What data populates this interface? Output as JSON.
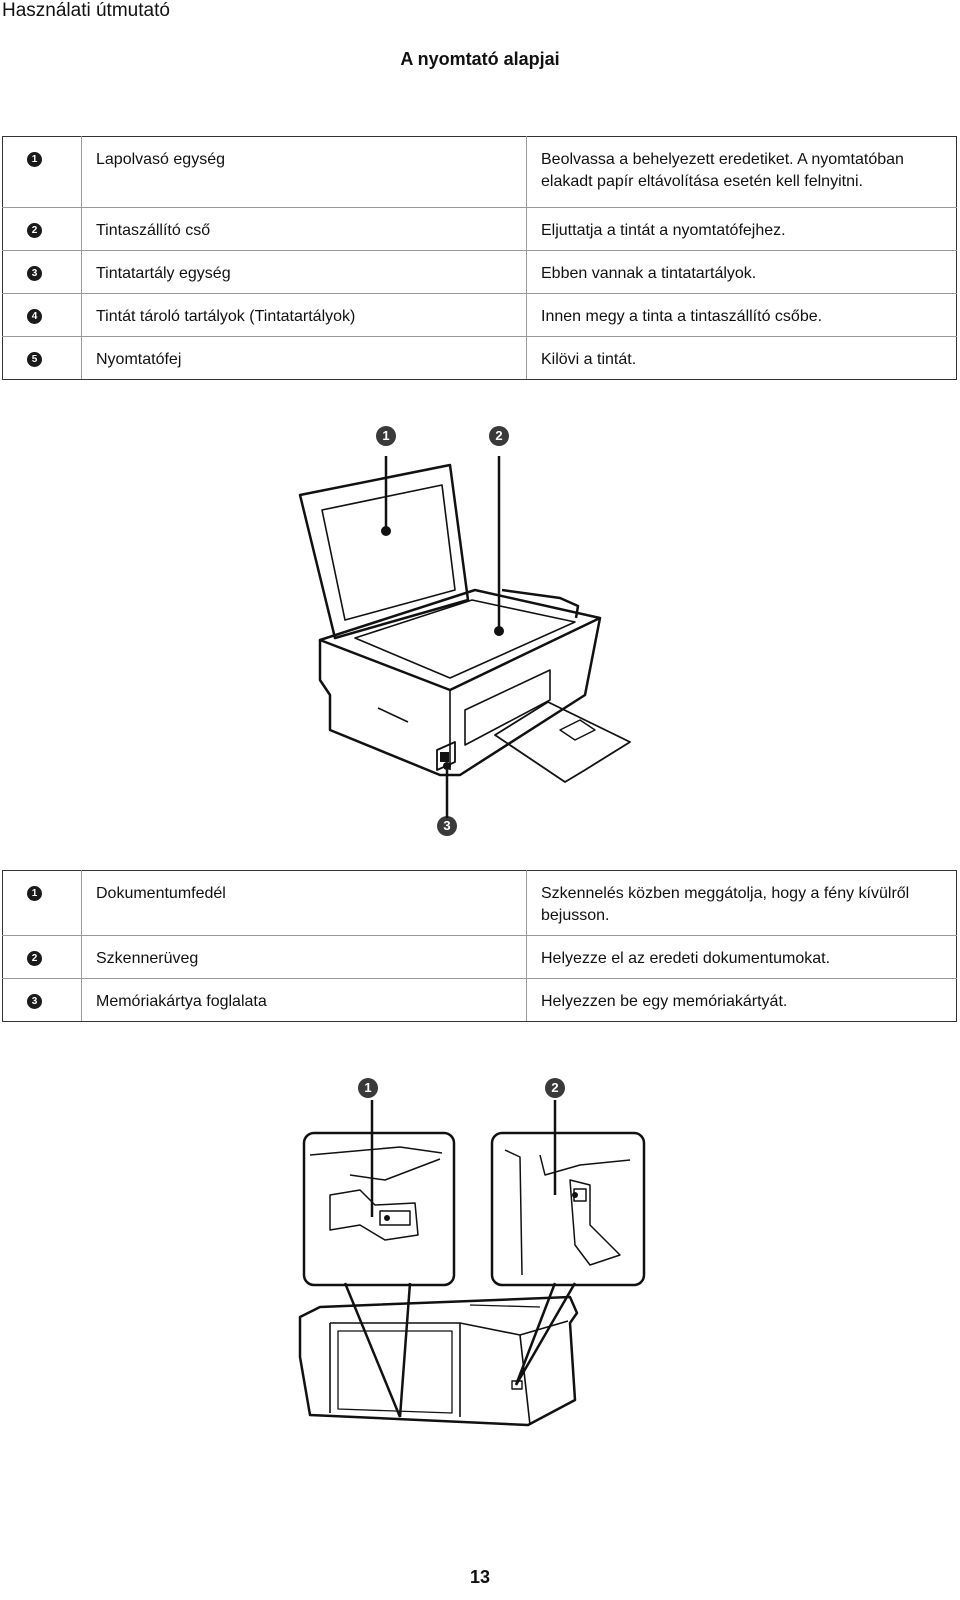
{
  "header": {
    "title": "Használati útmutató"
  },
  "section": {
    "title": "A nyomtató alapjai"
  },
  "table1": {
    "rows": [
      {
        "num": "1",
        "name": "Lapolvasó egység",
        "desc": "Beolvassa a behelyezett eredetiket. A nyomtatóban elakadt papír eltávolítása esetén kell felnyitni."
      },
      {
        "num": "2",
        "name": "Tintaszállító cső",
        "desc": "Eljuttatja a tintát a nyomtatófejhez."
      },
      {
        "num": "3",
        "name": "Tintatartály egység",
        "desc": "Ebben vannak a tintatartályok."
      },
      {
        "num": "4",
        "name": "Tintát tároló tartályok (Tintatartályok)",
        "desc": "Innen megy a tinta a tintaszállító csőbe."
      },
      {
        "num": "5",
        "name": "Nyomtatófej",
        "desc": "Kilövi a tintát."
      }
    ]
  },
  "figure1": {
    "callouts": [
      "1",
      "2",
      "3"
    ]
  },
  "table2": {
    "rows": [
      {
        "num": "1",
        "name": "Dokumentumfedél",
        "desc": "Szkennelés közben meggátolja, hogy a fény kívülről bejusson."
      },
      {
        "num": "2",
        "name": "Szkennerüveg",
        "desc": "Helyezze el az eredeti dokumentumokat."
      },
      {
        "num": "3",
        "name": "Memóriakártya foglalata",
        "desc": "Helyezzen be egy memóriakártyát."
      }
    ]
  },
  "figure2": {
    "callouts": [
      "1",
      "2"
    ]
  },
  "footer": {
    "page_number": "13"
  }
}
